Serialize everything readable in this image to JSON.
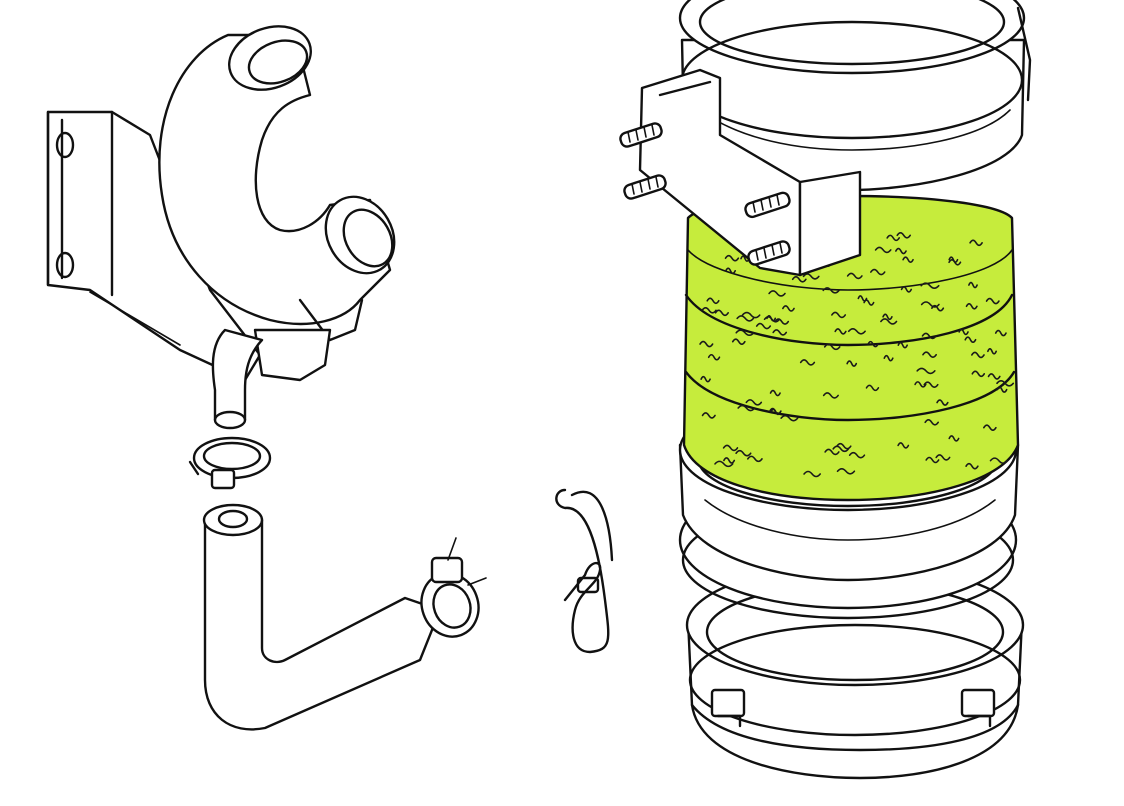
{
  "diagram": {
    "highlight_color": "#c6ec3c",
    "line_color": "#111111",
    "background": "#ffffff",
    "parts": [
      "mounting-bracket",
      "elbow-intake-pipe",
      "drain-tube",
      "hose-clamp",
      "lower-hose",
      "hose-clamp",
      "wire-retaining-clip",
      "air-cleaner-housing",
      "filter-element",
      "perforated-tray",
      "oil-bowl"
    ]
  }
}
